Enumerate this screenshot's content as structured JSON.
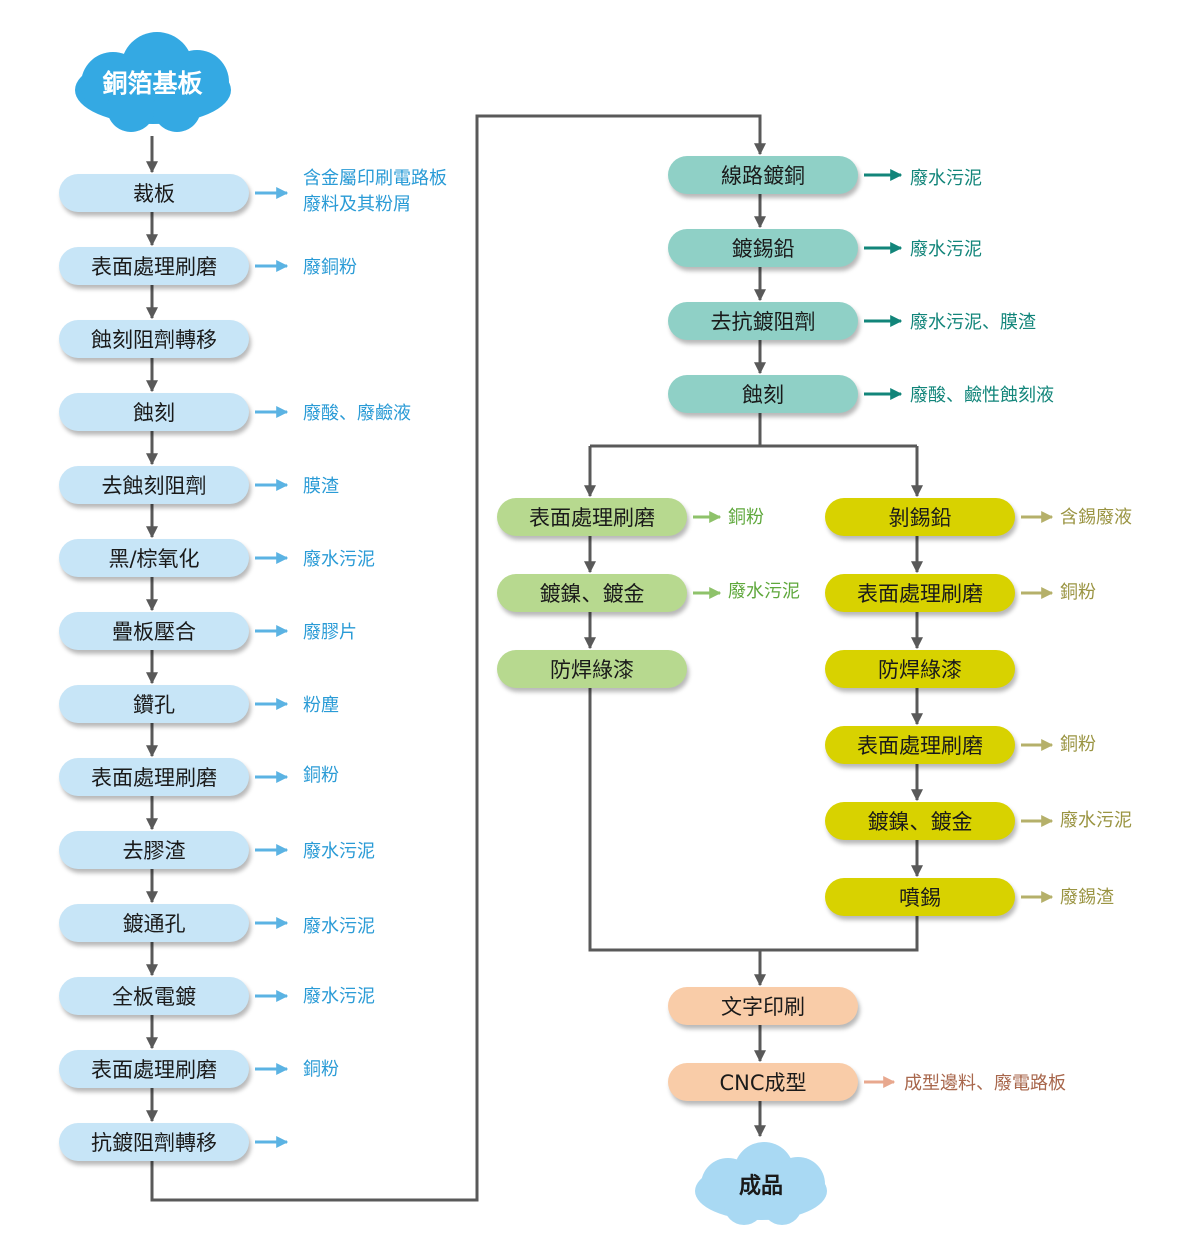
{
  "colors": {
    "left_chain": "#c7e5f7",
    "mid_chain": "#8fd0c6",
    "branch_a": "#b7d98f",
    "branch_b": "#d8d200",
    "final_chain": "#f9cca8",
    "connector": "#595959"
  },
  "start": "銅箔基板",
  "end": "成品",
  "left_steps": [
    {
      "label": "裁板",
      "output": "含金屬印刷電路板\n廢料及其粉屑"
    },
    {
      "label": "表面處理刷磨",
      "output": "廢銅粉"
    },
    {
      "label": "蝕刻阻劑轉移",
      "output": ""
    },
    {
      "label": "蝕刻",
      "output": "廢酸、廢鹼液"
    },
    {
      "label": "去蝕刻阻劑",
      "output": "膜渣"
    },
    {
      "label": "黑/棕氧化",
      "output": "廢水污泥"
    },
    {
      "label": "疊板壓合",
      "output": "廢膠片"
    },
    {
      "label": "鑽孔",
      "output": "粉塵"
    },
    {
      "label": "表面處理刷磨",
      "output": "銅粉"
    },
    {
      "label": "去膠渣",
      "output": "廢水污泥"
    },
    {
      "label": "鍍通孔",
      "output": "廢水污泥"
    },
    {
      "label": "全板電鍍",
      "output": "廢水污泥"
    },
    {
      "label": "表面處理刷磨",
      "output": "銅粉"
    },
    {
      "label": "抗鍍阻劑轉移",
      "output": ""
    }
  ],
  "mid_steps": [
    {
      "label": "線路鍍銅",
      "output": "廢水污泥"
    },
    {
      "label": "鍍錫鉛",
      "output": "廢水污泥"
    },
    {
      "label": "去抗鍍阻劑",
      "output": "廢水污泥、膜渣"
    },
    {
      "label": "蝕刻",
      "output": "廢酸、鹼性蝕刻液"
    }
  ],
  "branch_a_steps": [
    {
      "label": "表面處理刷磨",
      "output": "銅粉"
    },
    {
      "label": "鍍鎳、鍍金",
      "output": "廢水污泥"
    },
    {
      "label": "防焊綠漆",
      "output": ""
    }
  ],
  "branch_b_steps": [
    {
      "label": "剝錫鉛",
      "output": "含錫廢液"
    },
    {
      "label": "表面處理刷磨",
      "output": "銅粉"
    },
    {
      "label": "防焊綠漆",
      "output": ""
    },
    {
      "label": "表面處理刷磨",
      "output": "銅粉"
    },
    {
      "label": "鍍鎳、鍍金",
      "output": "廢水污泥"
    },
    {
      "label": "噴錫",
      "output": "廢錫渣"
    }
  ],
  "final_steps": [
    {
      "label": "文字印刷",
      "output": ""
    },
    {
      "label": "CNC成型",
      "output": "成型邊料、廢電路板"
    }
  ]
}
